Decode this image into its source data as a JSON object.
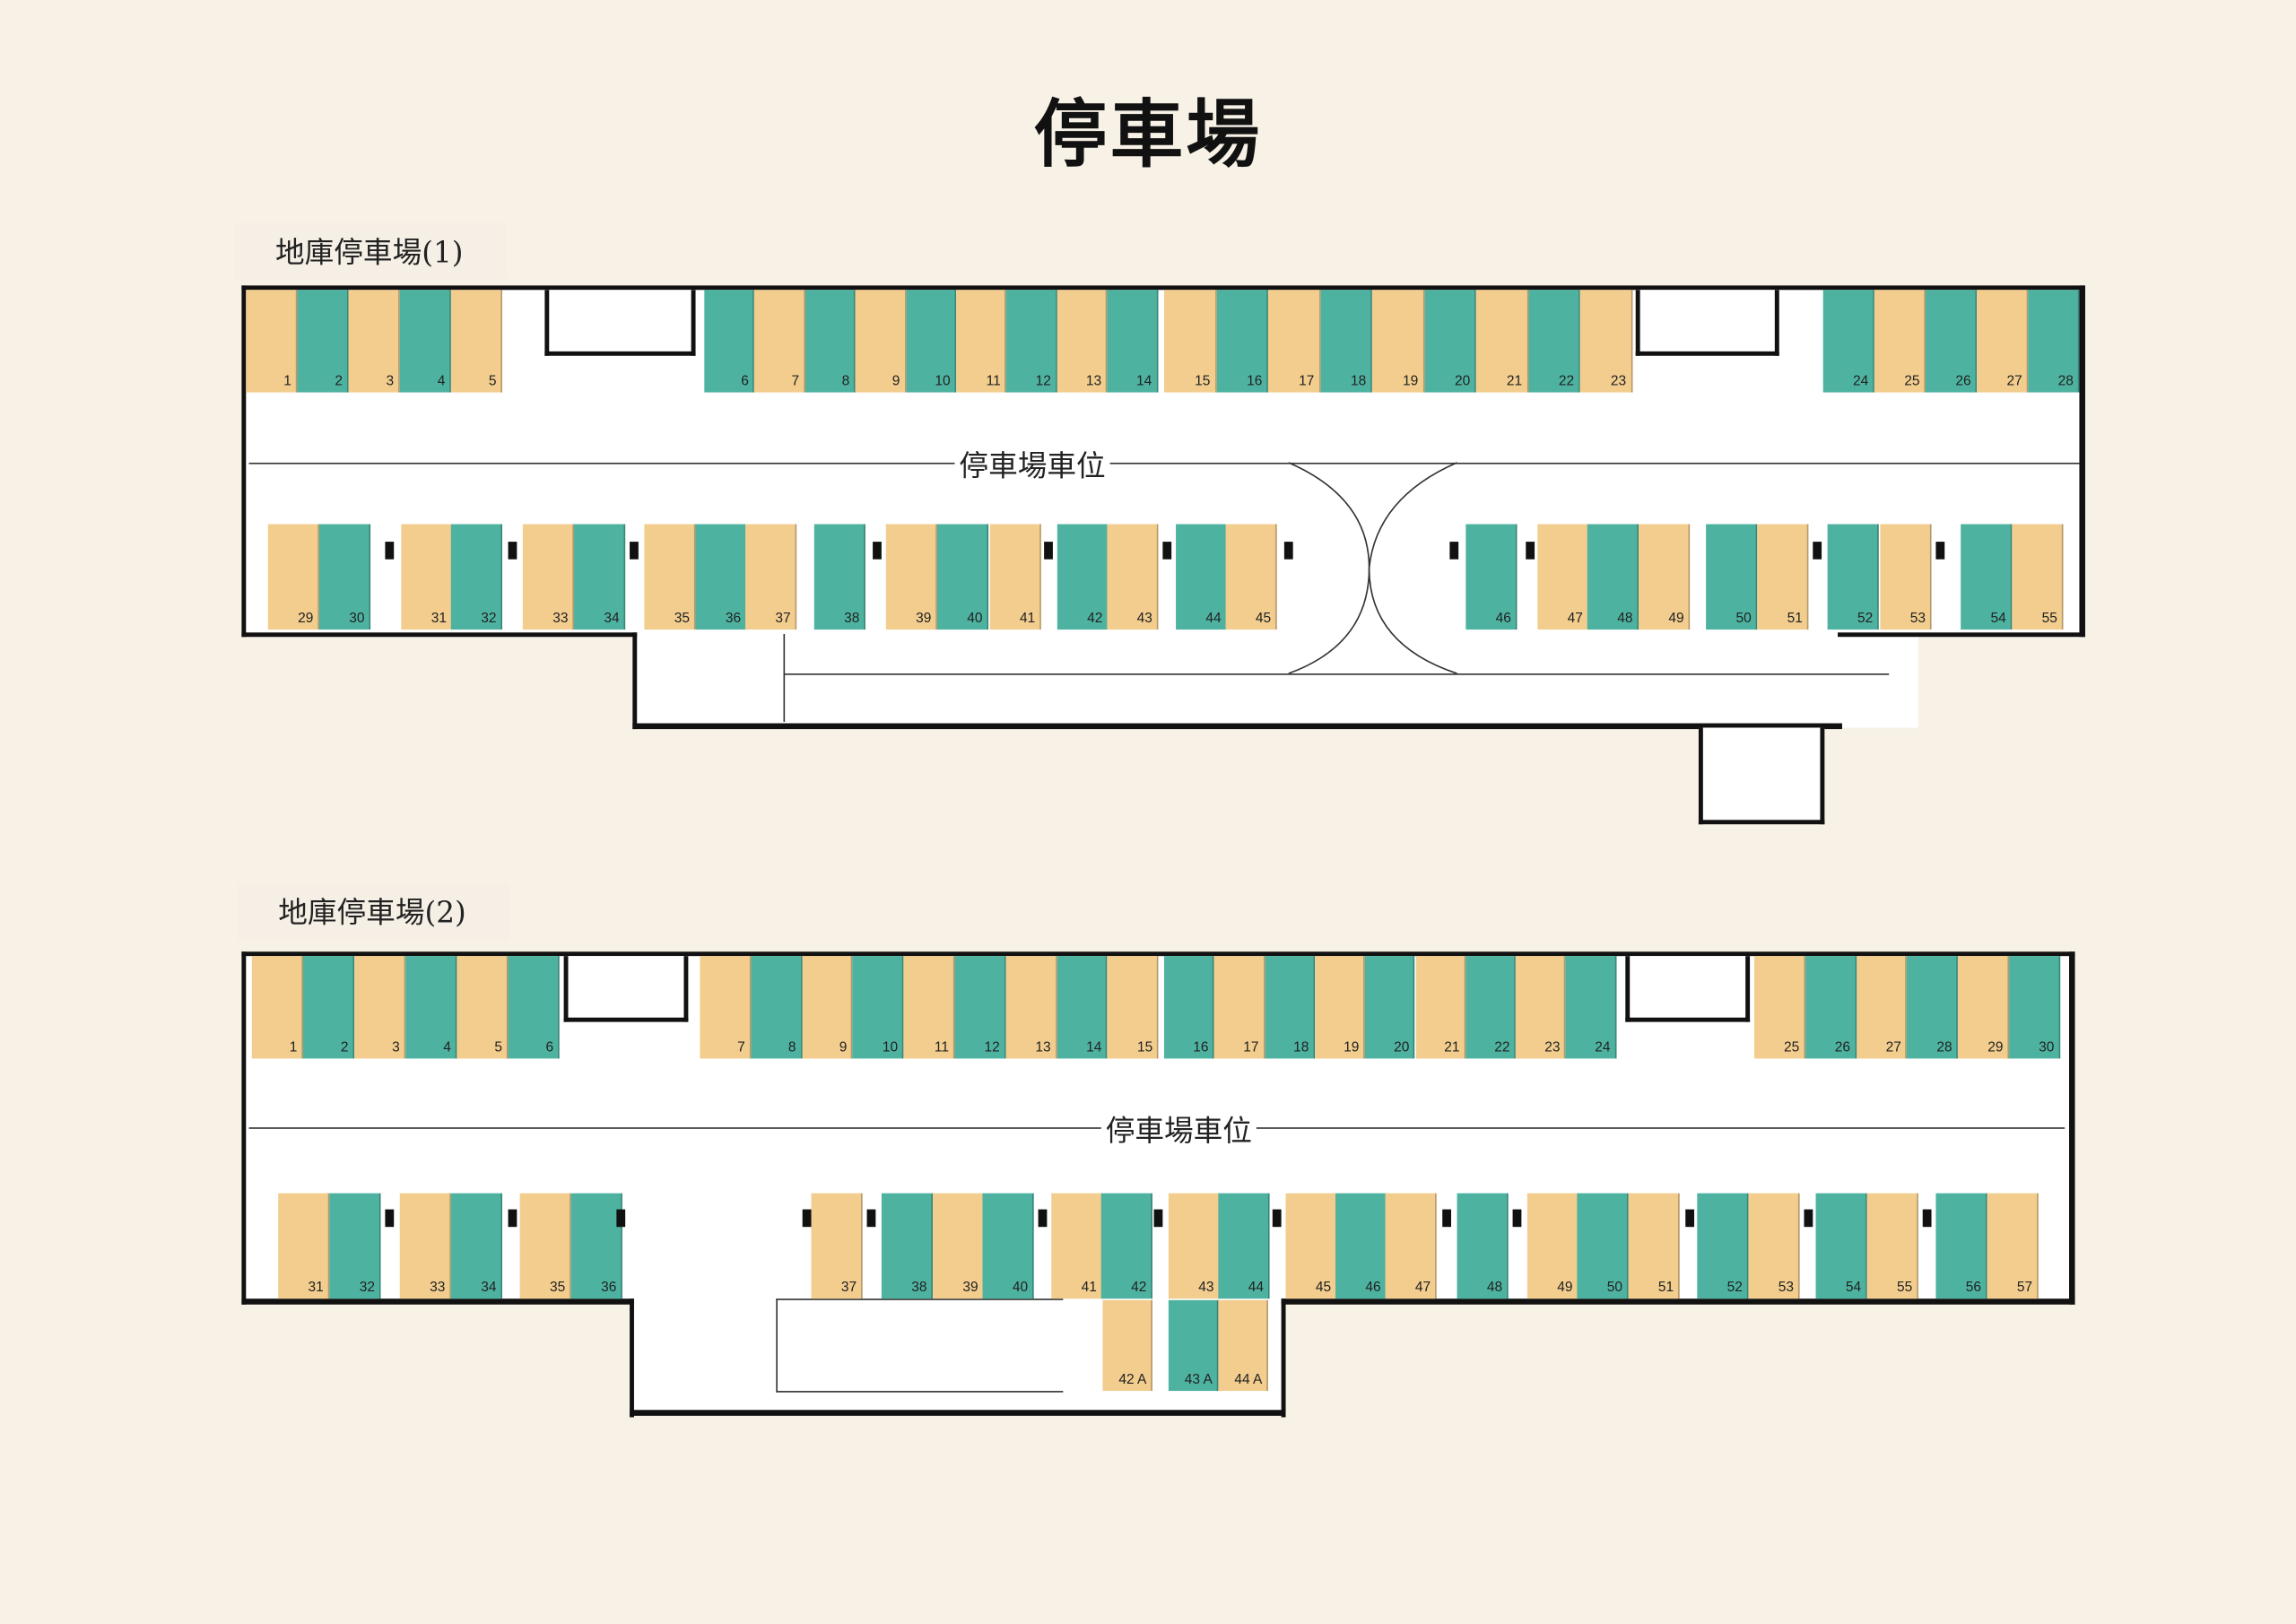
{
  "title": "停車場",
  "colors": {
    "tan": "#f2cd8e",
    "teal": "#4db3a0",
    "background": "#f7f1e6"
  },
  "floors": [
    {
      "name": "地庫停車場(1)",
      "aisle_label": "停車場車位",
      "top_stalls": [
        {
          "label": "1",
          "color": "tan"
        },
        {
          "label": "2",
          "color": "teal"
        },
        {
          "label": "3",
          "color": "tan"
        },
        {
          "label": "4",
          "color": "teal"
        },
        {
          "label": "5",
          "color": "tan"
        },
        {
          "label": "6",
          "color": "teal"
        },
        {
          "label": "7",
          "color": "tan"
        },
        {
          "label": "8",
          "color": "teal"
        },
        {
          "label": "9",
          "color": "tan"
        },
        {
          "label": "10",
          "color": "teal"
        },
        {
          "label": "11",
          "color": "tan"
        },
        {
          "label": "12",
          "color": "teal"
        },
        {
          "label": "13",
          "color": "tan"
        },
        {
          "label": "14",
          "color": "teal"
        },
        {
          "label": "15",
          "color": "tan"
        },
        {
          "label": "16",
          "color": "teal"
        },
        {
          "label": "17",
          "color": "tan"
        },
        {
          "label": "18",
          "color": "teal"
        },
        {
          "label": "19",
          "color": "tan"
        },
        {
          "label": "20",
          "color": "teal"
        },
        {
          "label": "21",
          "color": "tan"
        },
        {
          "label": "22",
          "color": "teal"
        },
        {
          "label": "23",
          "color": "tan"
        },
        {
          "label": "24",
          "color": "teal"
        },
        {
          "label": "25",
          "color": "tan"
        },
        {
          "label": "26",
          "color": "teal"
        },
        {
          "label": "27",
          "color": "tan"
        },
        {
          "label": "28",
          "color": "teal"
        }
      ],
      "bottom_stalls": [
        {
          "label": "29",
          "color": "tan"
        },
        {
          "label": "30",
          "color": "teal"
        },
        {
          "label": "31",
          "color": "tan"
        },
        {
          "label": "32",
          "color": "teal"
        },
        {
          "label": "33",
          "color": "tan"
        },
        {
          "label": "34",
          "color": "teal"
        },
        {
          "label": "35",
          "color": "tan"
        },
        {
          "label": "36",
          "color": "teal"
        },
        {
          "label": "37",
          "color": "tan"
        },
        {
          "label": "38",
          "color": "teal"
        },
        {
          "label": "39",
          "color": "tan"
        },
        {
          "label": "40",
          "color": "teal"
        },
        {
          "label": "41",
          "color": "tan"
        },
        {
          "label": "42",
          "color": "teal"
        },
        {
          "label": "43",
          "color": "tan"
        },
        {
          "label": "44",
          "color": "teal"
        },
        {
          "label": "45",
          "color": "tan"
        },
        {
          "label": "46",
          "color": "teal"
        },
        {
          "label": "47",
          "color": "tan"
        },
        {
          "label": "48",
          "color": "teal"
        },
        {
          "label": "49",
          "color": "tan"
        },
        {
          "label": "50",
          "color": "teal"
        },
        {
          "label": "51",
          "color": "tan"
        },
        {
          "label": "52",
          "color": "teal"
        },
        {
          "label": "53",
          "color": "tan"
        },
        {
          "label": "54",
          "color": "teal"
        },
        {
          "label": "55",
          "color": "tan"
        }
      ],
      "lower_stalls": []
    },
    {
      "name": "地庫停車場(2)",
      "aisle_label": "停車場車位",
      "top_stalls": [
        {
          "label": "1",
          "color": "tan"
        },
        {
          "label": "2",
          "color": "teal"
        },
        {
          "label": "3",
          "color": "tan"
        },
        {
          "label": "4",
          "color": "teal"
        },
        {
          "label": "5",
          "color": "tan"
        },
        {
          "label": "6",
          "color": "teal"
        },
        {
          "label": "7",
          "color": "tan"
        },
        {
          "label": "8",
          "color": "teal"
        },
        {
          "label": "9",
          "color": "tan"
        },
        {
          "label": "10",
          "color": "teal"
        },
        {
          "label": "11",
          "color": "tan"
        },
        {
          "label": "12",
          "color": "teal"
        },
        {
          "label": "13",
          "color": "tan"
        },
        {
          "label": "14",
          "color": "teal"
        },
        {
          "label": "15",
          "color": "tan"
        },
        {
          "label": "16",
          "color": "teal"
        },
        {
          "label": "17",
          "color": "tan"
        },
        {
          "label": "18",
          "color": "teal"
        },
        {
          "label": "19",
          "color": "tan"
        },
        {
          "label": "20",
          "color": "teal"
        },
        {
          "label": "21",
          "color": "tan"
        },
        {
          "label": "22",
          "color": "teal"
        },
        {
          "label": "23",
          "color": "tan"
        },
        {
          "label": "24",
          "color": "teal"
        },
        {
          "label": "25",
          "color": "tan"
        },
        {
          "label": "26",
          "color": "teal"
        },
        {
          "label": "27",
          "color": "tan"
        },
        {
          "label": "28",
          "color": "teal"
        },
        {
          "label": "29",
          "color": "tan"
        },
        {
          "label": "30",
          "color": "teal"
        }
      ],
      "bottom_stalls": [
        {
          "label": "31",
          "color": "tan"
        },
        {
          "label": "32",
          "color": "teal"
        },
        {
          "label": "33",
          "color": "tan"
        },
        {
          "label": "34",
          "color": "teal"
        },
        {
          "label": "35",
          "color": "tan"
        },
        {
          "label": "36",
          "color": "teal"
        },
        {
          "label": "37",
          "color": "tan"
        },
        {
          "label": "38",
          "color": "teal"
        },
        {
          "label": "39",
          "color": "tan"
        },
        {
          "label": "40",
          "color": "teal"
        },
        {
          "label": "41",
          "color": "tan"
        },
        {
          "label": "42",
          "color": "teal"
        },
        {
          "label": "43",
          "color": "tan"
        },
        {
          "label": "44",
          "color": "teal"
        },
        {
          "label": "45",
          "color": "tan"
        },
        {
          "label": "46",
          "color": "teal"
        },
        {
          "label": "47",
          "color": "tan"
        },
        {
          "label": "48",
          "color": "teal"
        },
        {
          "label": "49",
          "color": "tan"
        },
        {
          "label": "50",
          "color": "teal"
        },
        {
          "label": "51",
          "color": "tan"
        },
        {
          "label": "52",
          "color": "teal"
        },
        {
          "label": "53",
          "color": "tan"
        },
        {
          "label": "54",
          "color": "teal"
        },
        {
          "label": "55",
          "color": "tan"
        },
        {
          "label": "56",
          "color": "teal"
        },
        {
          "label": "57",
          "color": "tan"
        }
      ],
      "lower_stalls": [
        {
          "label": "42 A",
          "color": "tan"
        },
        {
          "label": "43 A",
          "color": "teal"
        },
        {
          "label": "44 A",
          "color": "tan"
        }
      ]
    }
  ]
}
